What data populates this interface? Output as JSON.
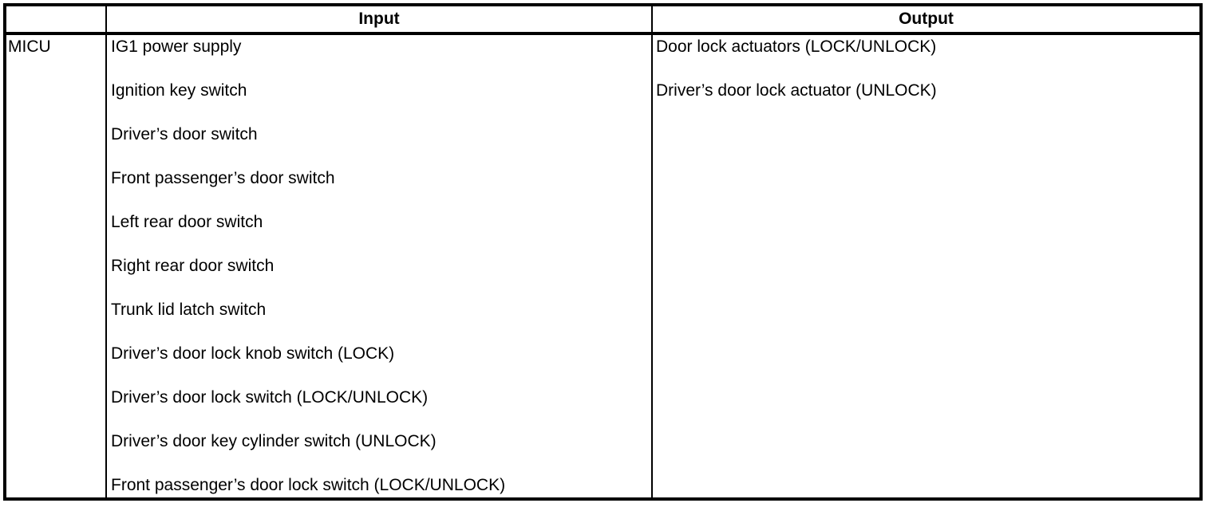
{
  "colors": {
    "border": "#000000",
    "background": "#ffffff",
    "text": "#000000"
  },
  "table": {
    "header": {
      "device": "",
      "input": "Input",
      "output": "Output"
    },
    "rows": [
      {
        "device": "MICU",
        "inputs": [
          "IG1 power supply",
          "Ignition key switch",
          "Driver’s door switch",
          "Front passenger’s door switch",
          "Left rear door switch",
          "Right rear door switch",
          "Trunk lid latch switch",
          "Driver’s door lock knob switch (LOCK)",
          "Driver’s door lock switch (LOCK/UNLOCK)",
          "Driver’s door key cylinder switch (UNLOCK)",
          "Front passenger’s door lock switch (LOCK/UNLOCK)"
        ],
        "outputs": [
          "Door lock actuators (LOCK/UNLOCK)",
          "Driver’s door lock actuator (UNLOCK)"
        ]
      }
    ]
  }
}
